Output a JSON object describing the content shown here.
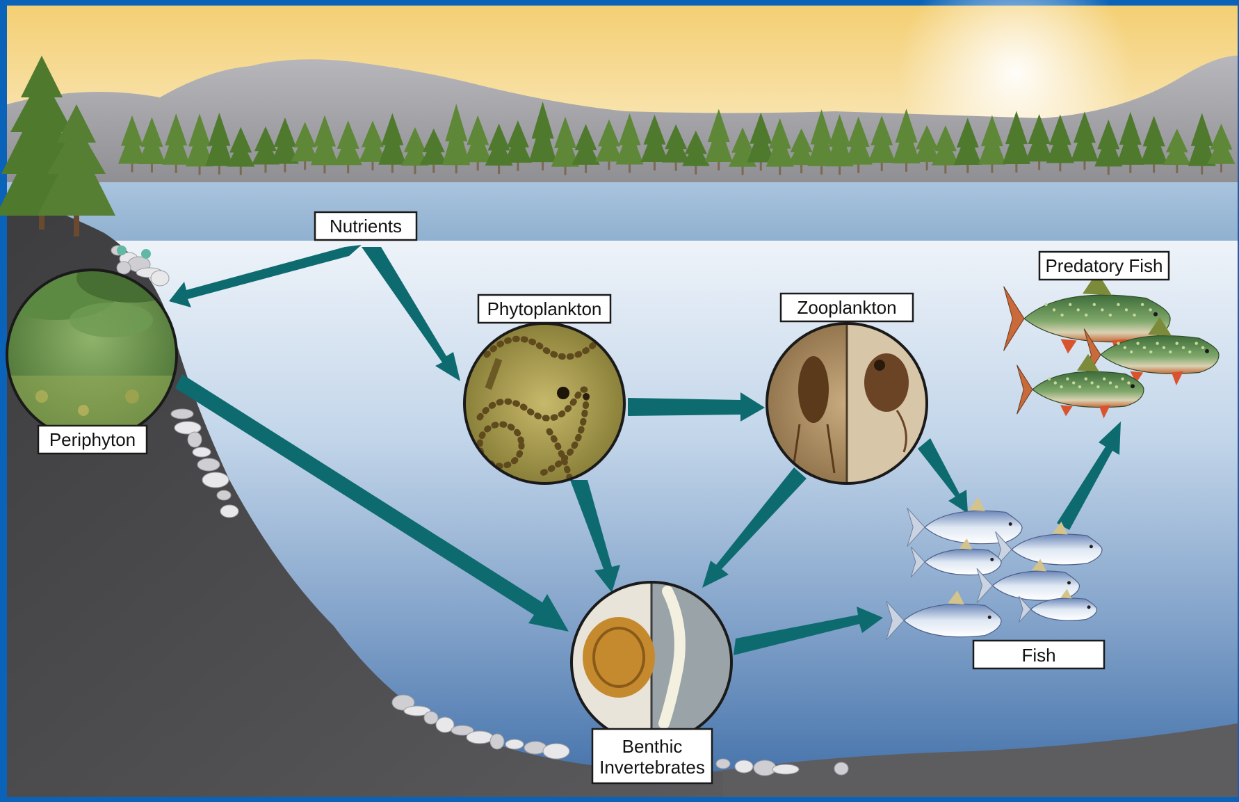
{
  "diagram": {
    "nodes": {
      "nutrients": "Nutrients",
      "periphyton": "Periphyton",
      "phytoplankton": "Phytoplankton",
      "zooplankton": "Zooplankton",
      "predatory_fish": "Predatory Fish",
      "fish": "Fish",
      "benthic_line1": "Benthic",
      "benthic_line2": "Invertebrates"
    },
    "edges": [
      {
        "from": "Nutrients",
        "to": "Periphyton"
      },
      {
        "from": "Nutrients",
        "to": "Phytoplankton"
      },
      {
        "from": "Phytoplankton",
        "to": "Zooplankton"
      },
      {
        "from": "Phytoplankton",
        "to": "Benthic Invertebrates"
      },
      {
        "from": "Zooplankton",
        "to": "Benthic Invertebrates"
      },
      {
        "from": "Zooplankton",
        "to": "Fish"
      },
      {
        "from": "Periphyton",
        "to": "Benthic Invertebrates"
      },
      {
        "from": "Benthic Invertebrates",
        "to": "Fish"
      },
      {
        "from": "Fish",
        "to": "Predatory Fish"
      }
    ]
  },
  "colors": {
    "frame": "#0a63b8",
    "arrow": "#0d6b70",
    "shore": "#4c4c4e",
    "water_top": "#e6eef7",
    "water_bottom": "#3f6ea8",
    "sky_top": "#f4cf73",
    "sky_bottom": "#fbf0d2",
    "hills": "#a8a8ac",
    "tree": "#4f7a2e",
    "label_bg": "#ffffff",
    "label_border": "#1a1a1a"
  }
}
